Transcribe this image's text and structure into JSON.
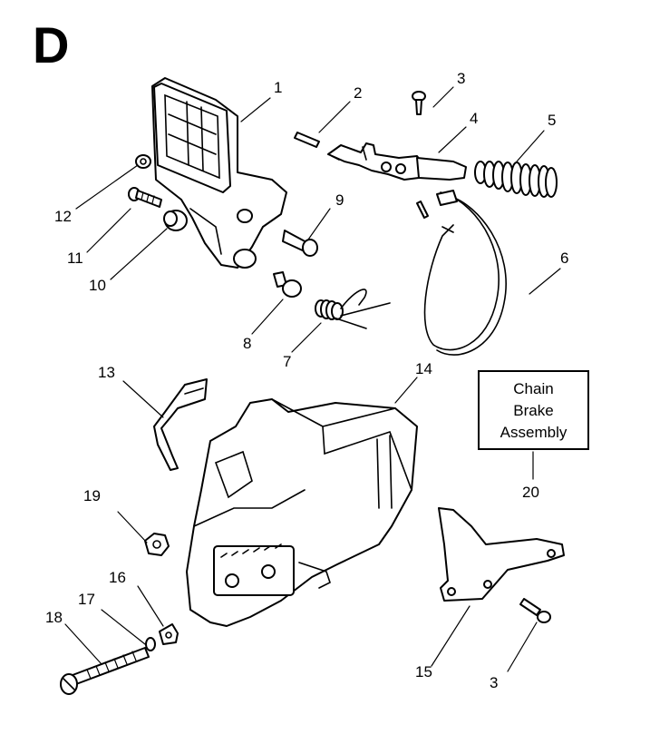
{
  "section_letter": "D",
  "callouts": {
    "c1": "1",
    "c2": "2",
    "c3a": "3",
    "c4": "4",
    "c5": "5",
    "c6": "6",
    "c7": "7",
    "c8": "8",
    "c9": "9",
    "c10": "10",
    "c11": "11",
    "c12": "12",
    "c13": "13",
    "c14": "14",
    "c15": "15",
    "c3b": "3",
    "c16": "16",
    "c17": "17",
    "c18": "18",
    "c19": "19",
    "c20": "20"
  },
  "assembly_box": {
    "line1": "Chain",
    "line2": "Brake",
    "line3": "Assembly"
  }
}
